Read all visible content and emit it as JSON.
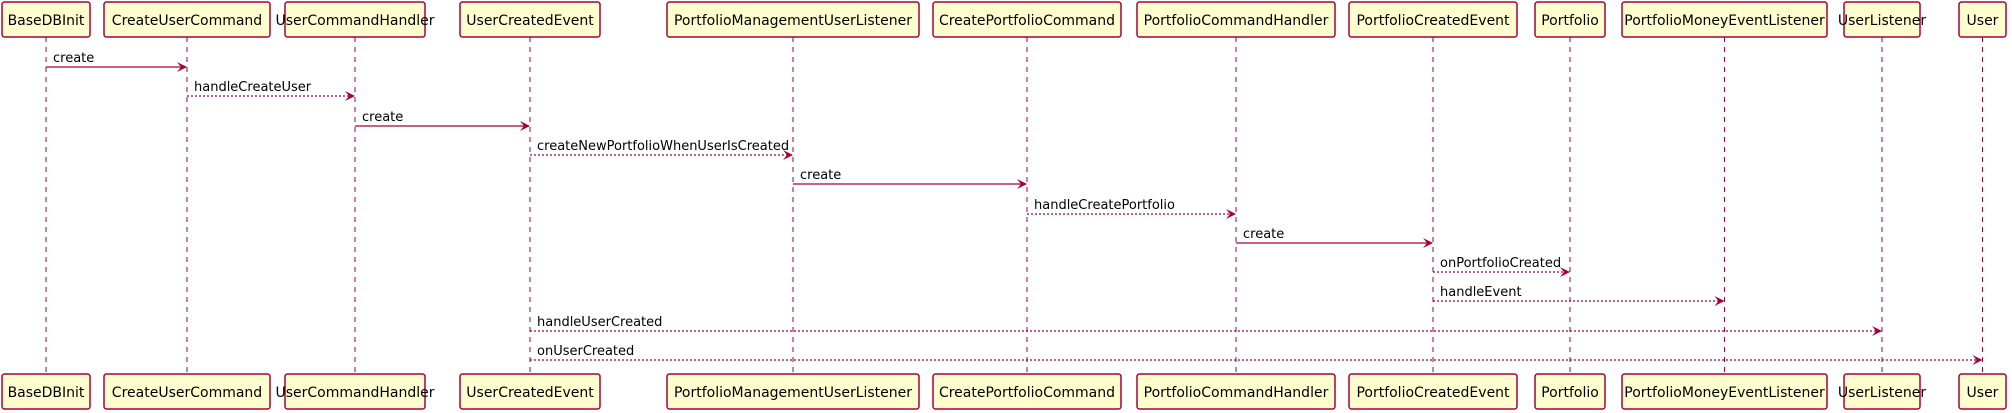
{
  "diagram": {
    "type": "sequence",
    "colors": {
      "line": "#A80036",
      "participant_fill": "#FEFECE",
      "text": "#000000"
    },
    "participants": [
      "BaseDBInit",
      "CreateUserCommand",
      "UserCommandHandler",
      "UserCreatedEvent",
      "PortfolioManagementUserListener",
      "CreatePortfolioCommand",
      "PortfolioCommandHandler",
      "PortfolioCreatedEvent",
      "Portfolio",
      "PortfolioMoneyEventListener",
      "UserListener",
      "User"
    ],
    "messages": [
      {
        "from": "BaseDBInit",
        "to": "CreateUserCommand",
        "label": "create",
        "style": "solid"
      },
      {
        "from": "CreateUserCommand",
        "to": "UserCommandHandler",
        "label": "handleCreateUser",
        "style": "dashed"
      },
      {
        "from": "UserCommandHandler",
        "to": "UserCreatedEvent",
        "label": "create",
        "style": "solid"
      },
      {
        "from": "UserCreatedEvent",
        "to": "PortfolioManagementUserListener",
        "label": "createNewPortfolioWhenUserIsCreated",
        "style": "dashed"
      },
      {
        "from": "PortfolioManagementUserListener",
        "to": "CreatePortfolioCommand",
        "label": "create",
        "style": "solid"
      },
      {
        "from": "CreatePortfolioCommand",
        "to": "PortfolioCommandHandler",
        "label": "handleCreatePortfolio",
        "style": "dashed"
      },
      {
        "from": "PortfolioCommandHandler",
        "to": "PortfolioCreatedEvent",
        "label": "create",
        "style": "solid"
      },
      {
        "from": "PortfolioCreatedEvent",
        "to": "Portfolio",
        "label": "onPortfolioCreated",
        "style": "dashed"
      },
      {
        "from": "PortfolioCreatedEvent",
        "to": "PortfolioMoneyEventListener",
        "label": "handleEvent",
        "style": "dashed"
      },
      {
        "from": "UserCreatedEvent",
        "to": "UserListener",
        "label": "handleUserCreated",
        "style": "dashed"
      },
      {
        "from": "UserCreatedEvent",
        "to": "User",
        "label": "onUserCreated",
        "style": "dashed"
      }
    ]
  }
}
